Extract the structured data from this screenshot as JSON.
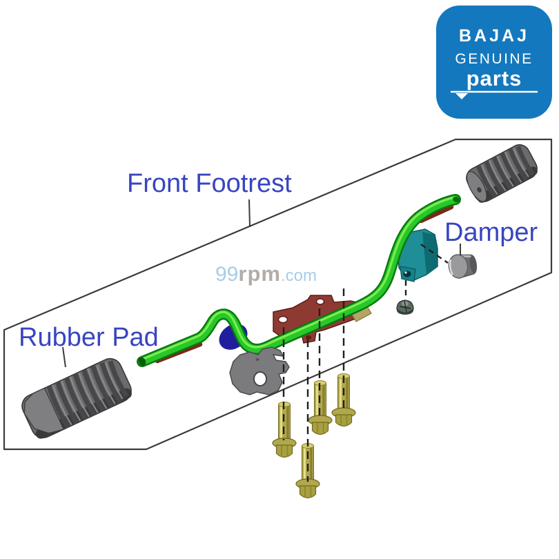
{
  "logo": {
    "brand": "BAJAJ",
    "genuine": "GENUINE",
    "parts": "parts"
  },
  "watermark": {
    "num": "99",
    "rpm": "rpm",
    "com": ".com"
  },
  "labels": {
    "front_footrest": "Front Footrest",
    "damper": "Damper",
    "rubber_pad": "Rubber Pad"
  },
  "colors": {
    "label_blue": "#3845c0",
    "logo_blue": "#1478be",
    "watermark_blue": "#a5cde9",
    "watermark_gray": "#b2ada8",
    "border_line": "#3a3a3a",
    "tube_green": "#27c829",
    "tube_green_dark": "#0a7a10",
    "tube_highlight": "#86ef55",
    "red_streak": "#7c281c",
    "navy_patch": "#201e9e",
    "maroon_bracket": "#8e3a32",
    "maroon_dark": "#5a1d16",
    "teal_bracket": "#1f8e96",
    "teal_dark": "#0e6b72",
    "khaki_block": "#b4a565",
    "gray_plate": "#7b7b7d",
    "gray_dark": "#4a4a4c",
    "pad_body": "#6b6b6e",
    "pad_dark": "#3a3a3c",
    "pad_face": "#7f7f82",
    "rib_dark": "#47474a",
    "rib_light": "#8e8e91",
    "bolt_gold": "#b1a84c",
    "bolt_gold_dark": "#8a8130",
    "bolt_gold_light": "#e4de8a",
    "bolt_head": "#a89f40",
    "damper_face": "#9a9a9c",
    "damper_body": "#707072",
    "nut_body": "#5d6a60"
  }
}
